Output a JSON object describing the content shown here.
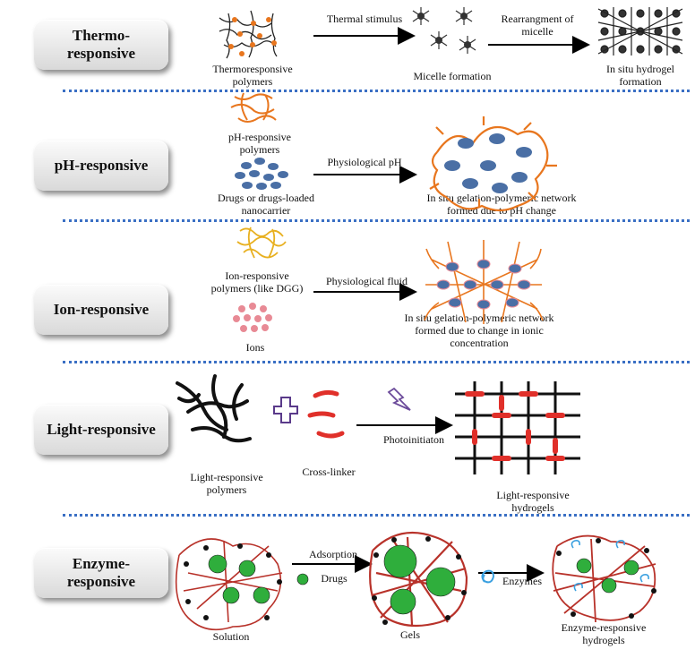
{
  "rows": [
    {
      "label": "Thermo-\nresponsive",
      "captions": {
        "polymers": "Thermoresponsive\npolymers",
        "arrow1": "Thermal stimulus",
        "micelle": "Micelle formation",
        "arrow2": "Rearrangment of\nmicelle",
        "result": "In situ hydrogel\nformation"
      }
    },
    {
      "label": "pH-responsive",
      "captions": {
        "polymers": "pH-responsive\npolymers",
        "drugs": "Drugs or drugs-loaded\nnanocarrier",
        "arrow": "Physiological pH",
        "result": "In situ gelation-polymeric network\nformed due to pH change"
      }
    },
    {
      "label": "Ion-responsive",
      "captions": {
        "polymers": "Ion-responsive\npolymers (like DGG)",
        "arrow": "Physiological fluid",
        "ions": "Ions",
        "result": "In situ gelation-polymeric network\nformed due to change in ionic\nconcentration"
      }
    },
    {
      "label": "Light-responsive",
      "captions": {
        "polymers": "Light-responsive\npolymers",
        "crosslinker": "Cross-linker",
        "arrow": "Photoinitiaton",
        "result": "Light-responsive\nhydrogels"
      }
    },
    {
      "label": "Enzyme-\nresponsive",
      "captions": {
        "arrow1": "Adsorption",
        "drugs": "Drugs",
        "arrow2": "Enzymes",
        "solution": "Solution",
        "gels": "Gels",
        "result": "Enzyme-responsive\nhydrogels"
      }
    }
  ],
  "colors": {
    "divider": "#3a6fc4",
    "polymer_orange": "#e8761e",
    "drug_blue": "#4a6fa5",
    "ion_pink": "#e88a95",
    "crosslink_red": "#e0302a",
    "drug_green": "#2fae3c",
    "chain_red": "#b8322a",
    "enzyme_blue": "#3aa0e0",
    "lightning_purple": "#6b4a9a"
  }
}
